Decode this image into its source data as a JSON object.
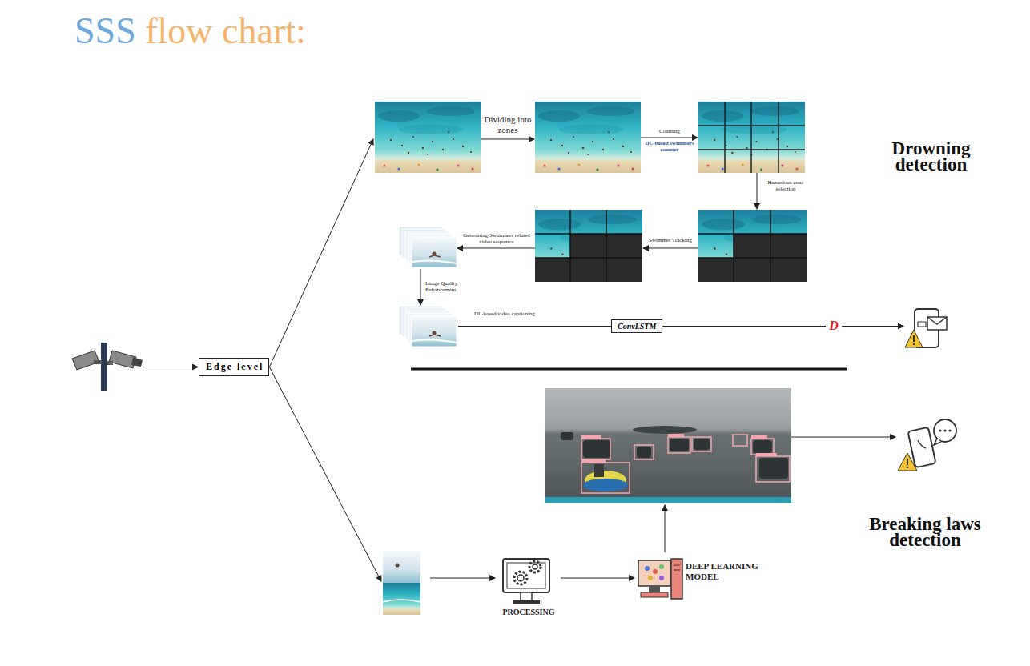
{
  "diagram": {
    "title": "SSS flow chart:",
    "nodes": [
      {
        "text": [
          "Edge level"
        ]
      },
      {
        "text": [
          "ConvLSTM"
        ]
      }
    ],
    "labels": [
      "Dividing into zones",
      "Counting",
      "DL-based swimmers counter",
      "Hazardous zone selection",
      "Swimmer Tracking",
      "Generating Swimmers related video sequence",
      "Image Quality Enhancement",
      "DL-based video captioning",
      "D",
      "Drowning detection",
      "Breaking laws detection",
      "PROCESSING",
      "DEEP LEARNING MODEL"
    ]
  }
}
